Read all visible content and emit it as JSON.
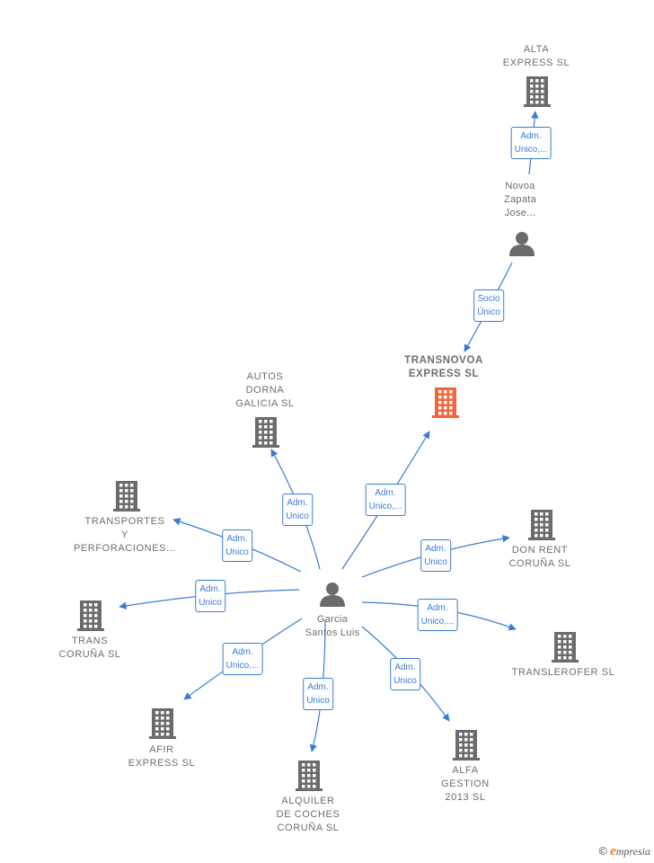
{
  "colors": {
    "edge": "#3a7bd5",
    "node": "#6b6b6b",
    "main": "#f0653a"
  },
  "center": {
    "name_lines": [
      "Garcia",
      "Santos Luis"
    ]
  },
  "main_company": {
    "name_lines": [
      "TRANSNOVOA",
      "EXPRESS SL"
    ]
  },
  "owner": {
    "name_lines": [
      "Novoa",
      "Zapata",
      "Jose..."
    ]
  },
  "companies": [
    {
      "id": "alta",
      "name_lines": [
        "ALTA",
        "EXPRESS SL"
      ]
    },
    {
      "id": "autos",
      "name_lines": [
        "AUTOS",
        "DORNA",
        "GALICIA SL"
      ]
    },
    {
      "id": "transportes",
      "name_lines": [
        "TRANSPORTES",
        "Y",
        "PERFORACIONES..."
      ]
    },
    {
      "id": "trans",
      "name_lines": [
        "TRANS",
        "CORUÑA SL"
      ]
    },
    {
      "id": "afir",
      "name_lines": [
        "AFIR",
        "EXPRESS SL"
      ]
    },
    {
      "id": "alquiler",
      "name_lines": [
        "ALQUILER",
        "DE COCHES",
        "CORUÑA SL"
      ]
    },
    {
      "id": "alfa",
      "name_lines": [
        "ALFA",
        "GESTION",
        "2013 SL"
      ]
    },
    {
      "id": "translerofer",
      "name_lines": [
        "TRANSLEROFER SL"
      ]
    },
    {
      "id": "donrent",
      "name_lines": [
        "DON RENT",
        "CORUÑA SL"
      ]
    }
  ],
  "edges": [
    {
      "from": "owner",
      "to": "alta",
      "label_lines": [
        "Adm.",
        "Unico,..."
      ]
    },
    {
      "from": "owner",
      "to": "main",
      "label_lines": [
        "Socio",
        "Único"
      ]
    },
    {
      "from": "center",
      "to": "main",
      "label_lines": [
        "Adm.",
        "Unico,..."
      ]
    },
    {
      "from": "center",
      "to": "autos",
      "label_lines": [
        "Adm.",
        "Unico"
      ]
    },
    {
      "from": "center",
      "to": "transportes",
      "label_lines": [
        "Adm.",
        "Unico"
      ]
    },
    {
      "from": "center",
      "to": "trans",
      "label_lines": [
        "Adm.",
        "Unico"
      ]
    },
    {
      "from": "center",
      "to": "afir",
      "label_lines": [
        "Adm.",
        "Unico,..."
      ]
    },
    {
      "from": "center",
      "to": "alquiler",
      "label_lines": [
        "Adm.",
        "Unico"
      ]
    },
    {
      "from": "center",
      "to": "alfa",
      "label_lines": [
        "Adm.",
        "Unico"
      ]
    },
    {
      "from": "center",
      "to": "translerofer",
      "label_lines": [
        "Adm.",
        "Unico,..."
      ]
    },
    {
      "from": "center",
      "to": "donrent",
      "label_lines": [
        "Adm.",
        "Unico"
      ]
    }
  ],
  "brand": {
    "copyright": "©",
    "initial": "e",
    "rest": "mpresia"
  }
}
